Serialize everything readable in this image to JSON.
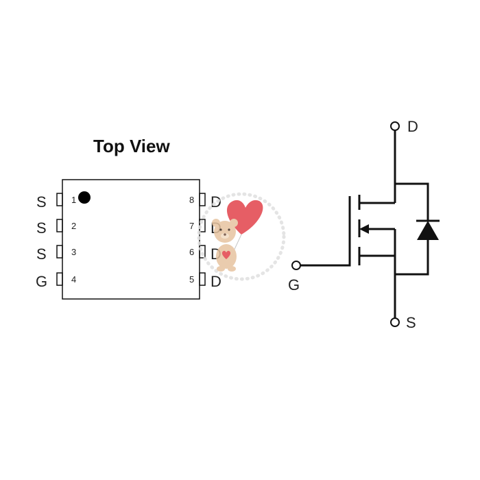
{
  "package": {
    "title": "Top View",
    "left_pins": [
      {
        "letter": "S",
        "number": "1"
      },
      {
        "letter": "S",
        "number": "2"
      },
      {
        "letter": "S",
        "number": "3"
      },
      {
        "letter": "G",
        "number": "4"
      }
    ],
    "right_pins": [
      {
        "letter": "D",
        "number": "8"
      },
      {
        "letter": "D",
        "number": "7"
      },
      {
        "letter": "D",
        "number": "6"
      },
      {
        "letter": "D",
        "number": "5"
      }
    ]
  },
  "symbol": {
    "drain_label": "D",
    "gate_label": "G",
    "source_label": "S"
  },
  "colors": {
    "line": "#111111",
    "balloon": "#e2434b",
    "bear": "#e7c4a0",
    "watermark_dots": "#e6e6e6"
  }
}
